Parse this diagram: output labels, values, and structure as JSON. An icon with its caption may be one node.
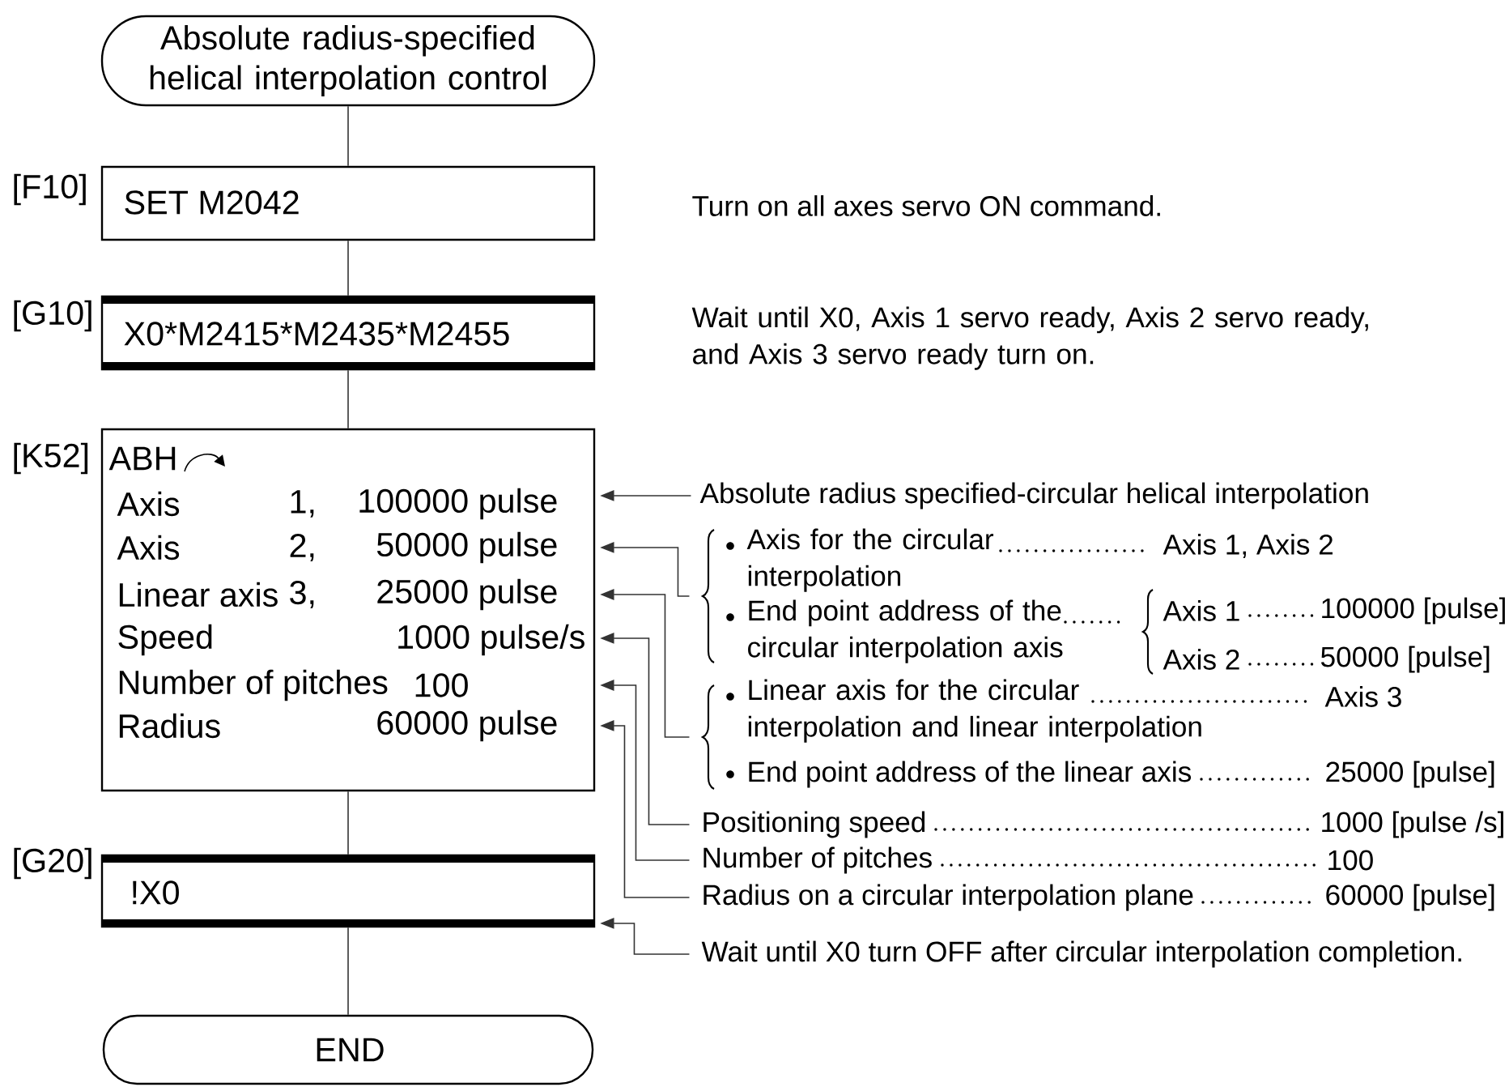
{
  "diagram": {
    "nodes": [
      {
        "text": [
          "Absolute radius-specified helical interpolation control"
        ]
      },
      {
        "text": [
          "SET M2042"
        ],
        "beside": [
          "[F10]",
          "Turn on all axes servo ON command."
        ]
      },
      {
        "text": [
          "X0*M2415*M2435*M2455"
        ],
        "beside": [
          "[G10]",
          "Wait until X0, Axis 1 servo ready, Axis 2 servo ready, and Axis 3 servo ready turn on."
        ]
      },
      {
        "text": [
          "ABH",
          "Axis",
          "1,",
          "100000 pulse",
          "Axis",
          "2,",
          "50000 pulse",
          "Linear axis",
          "3,",
          "25000 pulse",
          "Speed",
          "1000 pulse/s",
          "Number of pitches",
          "100",
          "Radius",
          "60000 pulse"
        ],
        "beside": [
          "[K52]"
        ]
      },
      {
        "text": [
          "!X0"
        ],
        "beside": [
          "[G20]"
        ]
      },
      {
        "text": [
          "END"
        ]
      },
      {
        "text": [
          "Absolute radius specified-circular helical interpolation"
        ]
      },
      {
        "text": [
          "Axis for the circular interpolation",
          "Axis 1, Axis 2",
          "End point address of the circular interpolation axis",
          "Axis 1",
          "100000 [pulse]",
          "Axis 2",
          "50000 [pulse]"
        ]
      },
      {
        "text": [
          "Linear axis for the circular interpolation and linear interpolation",
          "Axis 3",
          "End point address of the linear axis",
          "25000 [pulse]"
        ]
      },
      {
        "text": [
          "Positioning speed",
          "1000 [pulse /s]"
        ]
      },
      {
        "text": [
          "Number of pitches",
          "100"
        ]
      },
      {
        "text": [
          "Radius on a circular interpolation plane",
          "60000 [pulse]"
        ]
      },
      {
        "text": [
          "Wait until X0 turn OFF after circular interpolation completion."
        ]
      }
    ],
    "edges": [
      {
        "from": 0,
        "to": 1,
        "arrow": "none"
      },
      {
        "from": 1,
        "to": 2,
        "arrow": "none"
      },
      {
        "from": 2,
        "to": 3,
        "arrow": "none"
      },
      {
        "from": 3,
        "to": 4,
        "arrow": "none"
      },
      {
        "from": 4,
        "to": 5,
        "arrow": "none"
      },
      {
        "from": 6,
        "to": 3,
        "arrow": "to"
      },
      {
        "from": 7,
        "to": 3,
        "arrow": "to"
      },
      {
        "from": 8,
        "to": 3,
        "arrow": "to"
      },
      {
        "from": 9,
        "to": 3,
        "arrow": "to"
      },
      {
        "from": 10,
        "to": 3,
        "arrow": "to"
      },
      {
        "from": 11,
        "to": 3,
        "arrow": "to"
      },
      {
        "from": 12,
        "to": 4,
        "arrow": "to"
      }
    ]
  }
}
